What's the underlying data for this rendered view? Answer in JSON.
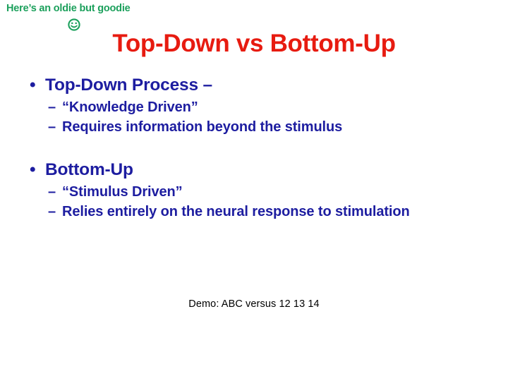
{
  "slide": {
    "background_color": "#FFFFFF",
    "annotation": {
      "text": "Here’s an oldie but goodie",
      "color": "#1CA05C",
      "icon": "smiley-face-icon"
    },
    "title": {
      "text": "Top-Down vs Bottom-Up",
      "color": "#E71B10"
    },
    "bullet_color": "#1D1DA0",
    "content": [
      {
        "level": 1,
        "marker": "•",
        "text": "Top-Down Process –"
      },
      {
        "level": 2,
        "marker": "–",
        "text": "“Knowledge Driven”"
      },
      {
        "level": 2,
        "marker": "–",
        "text": "Requires information beyond the stimulus"
      },
      {
        "level": 1,
        "marker": "•",
        "text": "Bottom-Up"
      },
      {
        "level": 2,
        "marker": "–",
        "text": "“Stimulus Driven”"
      },
      {
        "level": 2,
        "marker": "–",
        "text": "Relies entirely on the neural response to stimulation"
      }
    ],
    "footer": {
      "text": "Demo: ABC versus 12 13 14",
      "color": "#000000"
    }
  }
}
